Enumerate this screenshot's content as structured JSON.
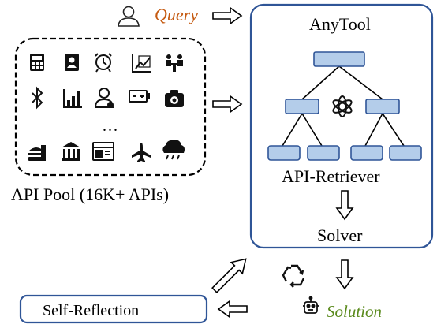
{
  "query": {
    "label": "Query",
    "color": "#c55a11",
    "icon": "user-outline-icon"
  },
  "anytool": {
    "title": "AnyTool",
    "border_color": "#2f5597"
  },
  "retriever": {
    "label": "API-Retriever",
    "node_fill": "#b4cdea",
    "node_stroke": "#2f5597",
    "center_icon": "openai-logo-icon"
  },
  "solver": {
    "label": "Solver"
  },
  "api_pool": {
    "label": "API Pool (16K+ APIs)",
    "ellipsis": "...",
    "icons_row1": [
      "calculator-icon",
      "contact-card-icon",
      "alarm-clock-icon",
      "chart-board-icon",
      "meeting-icon"
    ],
    "icons_row2": [
      "bluetooth-icon",
      "bar-chart-icon",
      "doctor-icon",
      "battery-icon",
      "camera-icon"
    ],
    "icons_row3": [
      "fast-food-icon",
      "bank-icon",
      "browser-window-icon",
      "airplane-icon",
      "rain-cloud-icon"
    ]
  },
  "self_reflection": {
    "label": "Self-Reflection"
  },
  "solution": {
    "label": "Solution",
    "color": "#5a8a1c",
    "icon": "robot-icon"
  },
  "loop_icon": "recycle-icon"
}
